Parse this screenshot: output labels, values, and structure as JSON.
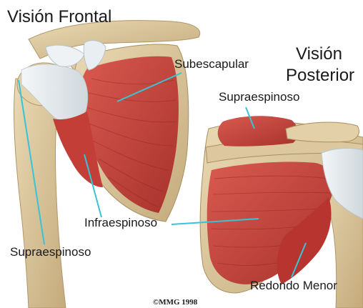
{
  "titles": {
    "front": "Visión Frontal",
    "back_line1": "Visión",
    "back_line2": "Posterior"
  },
  "labels": {
    "subescapular": "Subescapular",
    "supraespinoso_back": "Supraespinoso",
    "infraespinoso": "Infraespinoso",
    "supraespinoso_front": "Supraespinoso",
    "redondo_menor": "Redondo Menor"
  },
  "copyright": "©MMG 1998",
  "colors": {
    "muscle": "#c9403a",
    "muscle_dark": "#9e2a26",
    "bone": "#d9c49a",
    "bone_shadow": "#b8a070",
    "tendon": "#e6ecef",
    "leader_line": "#36c4d6"
  }
}
